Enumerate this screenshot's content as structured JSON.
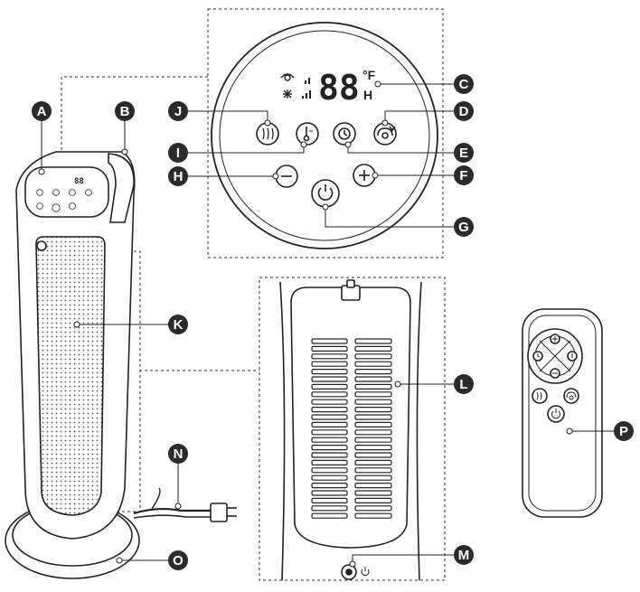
{
  "labels": {
    "A": "A",
    "B": "B",
    "C": "C",
    "D": "D",
    "E": "E",
    "F": "F",
    "G": "G",
    "H": "H",
    "I": "I",
    "J": "J",
    "K": "K",
    "L": "L",
    "M": "M",
    "N": "N",
    "O": "O",
    "P": "P"
  },
  "display": {
    "digits": "88",
    "unit": "°F",
    "hours": "H"
  },
  "colors": {
    "callout_fill": "#2b2b2b",
    "line": "#222222",
    "grille": "#555555"
  },
  "icons": {
    "J": "heat-mode-icon",
    "I": "thermostat-icon",
    "E": "timer-clock-icon",
    "D": "oscillation-icon",
    "H": "minus-icon",
    "F": "plus-icon",
    "G": "power-icon"
  }
}
